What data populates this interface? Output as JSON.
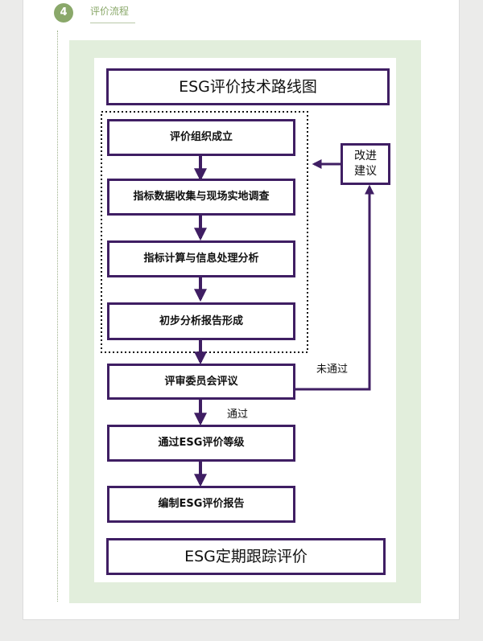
{
  "section": {
    "number": "4",
    "title": "评价流程"
  },
  "diagram": {
    "title": "ESG评价技术路线图",
    "steps": [
      "评价组织成立",
      "指标数据收集与现场实地调查",
      "指标计算与信息处理分析",
      "初步分析报告形成",
      "评审委员会评议",
      "通过ESG评价等级",
      "编制ESG评价报告"
    ],
    "feedback_box": "改进\n建议",
    "label_fail": "未通过",
    "label_pass": "通过",
    "final": "ESG定期跟踪评价"
  },
  "colors": {
    "box_border": "#3f1e63",
    "frame": "#e2eedc",
    "accent": "#8aa86a",
    "background": "#ebebea"
  }
}
